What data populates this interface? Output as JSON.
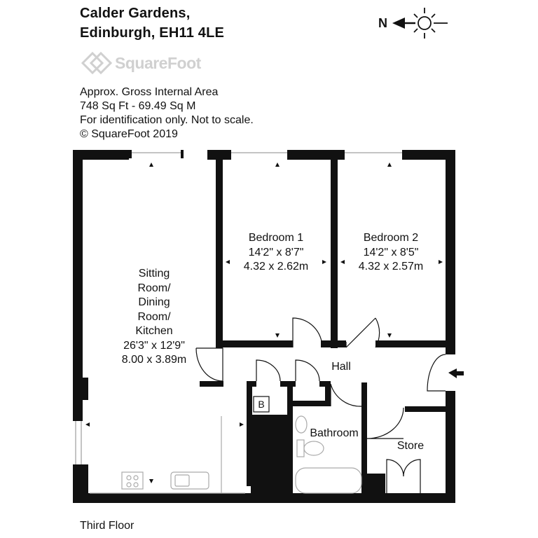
{
  "header": {
    "address_line1": "Calder Gardens,",
    "address_line2": "Edinburgh, EH11 4LE",
    "logo_text": "SquareFoot"
  },
  "compass": {
    "north_label": "N"
  },
  "info": {
    "line1": "Approx. Gross Internal Area",
    "line2": "748 Sq Ft  -  69.49 Sq M",
    "line3": "For identification only. Not to scale.",
    "line4": "© SquareFoot 2019"
  },
  "rooms": {
    "sitting": {
      "line1": "Sitting",
      "line2": "Room/",
      "line3": "Dining",
      "line4": "Room/",
      "line5": "Kitchen",
      "imperial": "26'3\" x 12'9\"",
      "metric": "8.00 x 3.89m"
    },
    "bedroom1": {
      "name": "Bedroom 1",
      "imperial": "14'2\" x 8'7\"",
      "metric": "4.32 x 2.62m"
    },
    "bedroom2": {
      "name": "Bedroom 2",
      "imperial": "14'2\" x 8'5\"",
      "metric": "4.32 x 2.57m"
    },
    "hall": {
      "name": "Hall"
    },
    "bathroom": {
      "name": "Bathroom"
    },
    "store": {
      "name": "Store"
    },
    "boiler": {
      "name": "B"
    }
  },
  "footer": {
    "floor_label": "Third Floor"
  },
  "colors": {
    "wall": "#111111",
    "logo": "#d0d0d0"
  }
}
